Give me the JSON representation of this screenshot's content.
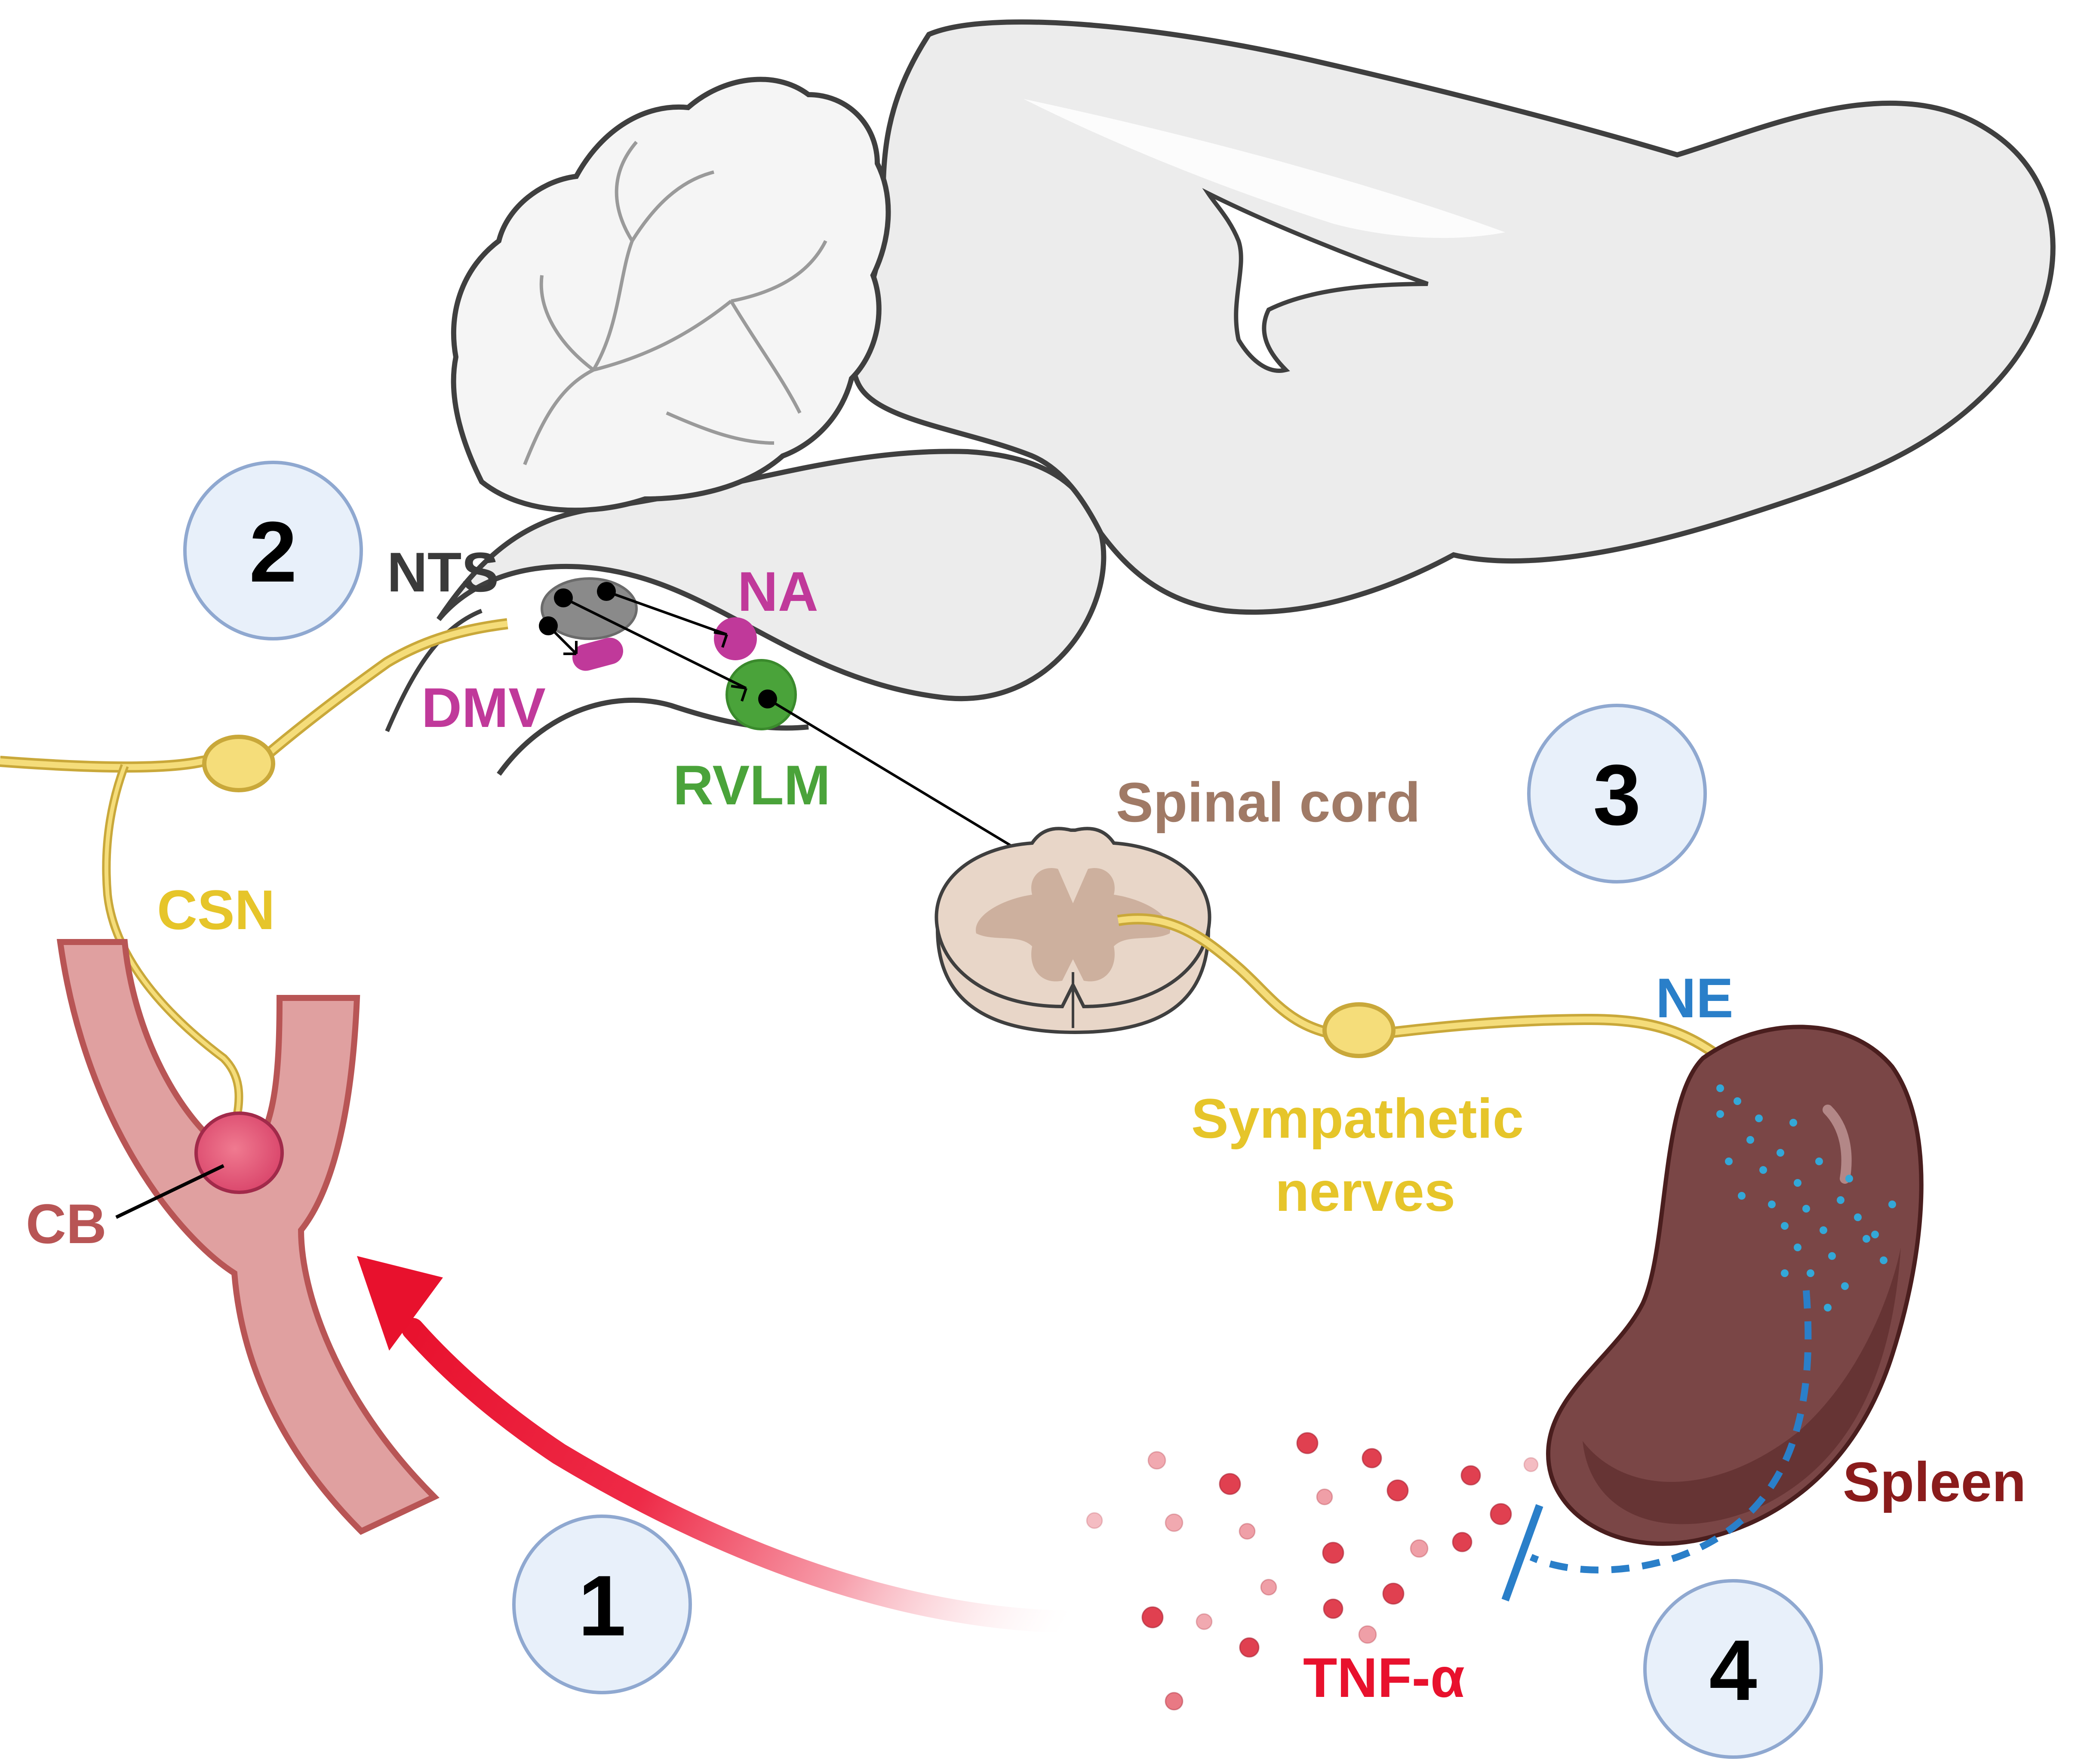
{
  "labels": {
    "nts": "NTS",
    "na": "NA",
    "dmv": "DMV",
    "rvlm": "RVLM",
    "csn": "CSN",
    "cb": "CB",
    "spinal_cord": "Spinal cord",
    "ne": "NE",
    "sympathetic_line1": "Sympathetic",
    "sympathetic_line2": "nerves",
    "spleen": "Spleen",
    "tnf": "TNF-α"
  },
  "steps": [
    "1",
    "2",
    "3",
    "4"
  ],
  "colors": {
    "nts": "#3a3a3a",
    "na": "#c0399a",
    "dmv": "#c0399a",
    "rvlm": "#4aa33a",
    "csn": "#e6c52a",
    "cb": "#b85555",
    "spinal_cord": "#a07a66",
    "ne": "#2a7fc9",
    "sympathetic": "#e6c52a",
    "spleen": "#8a1c1c",
    "tnf": "#e8112d",
    "step_fill": "#e8f0fa",
    "step_stroke": "#8fa8d0"
  }
}
